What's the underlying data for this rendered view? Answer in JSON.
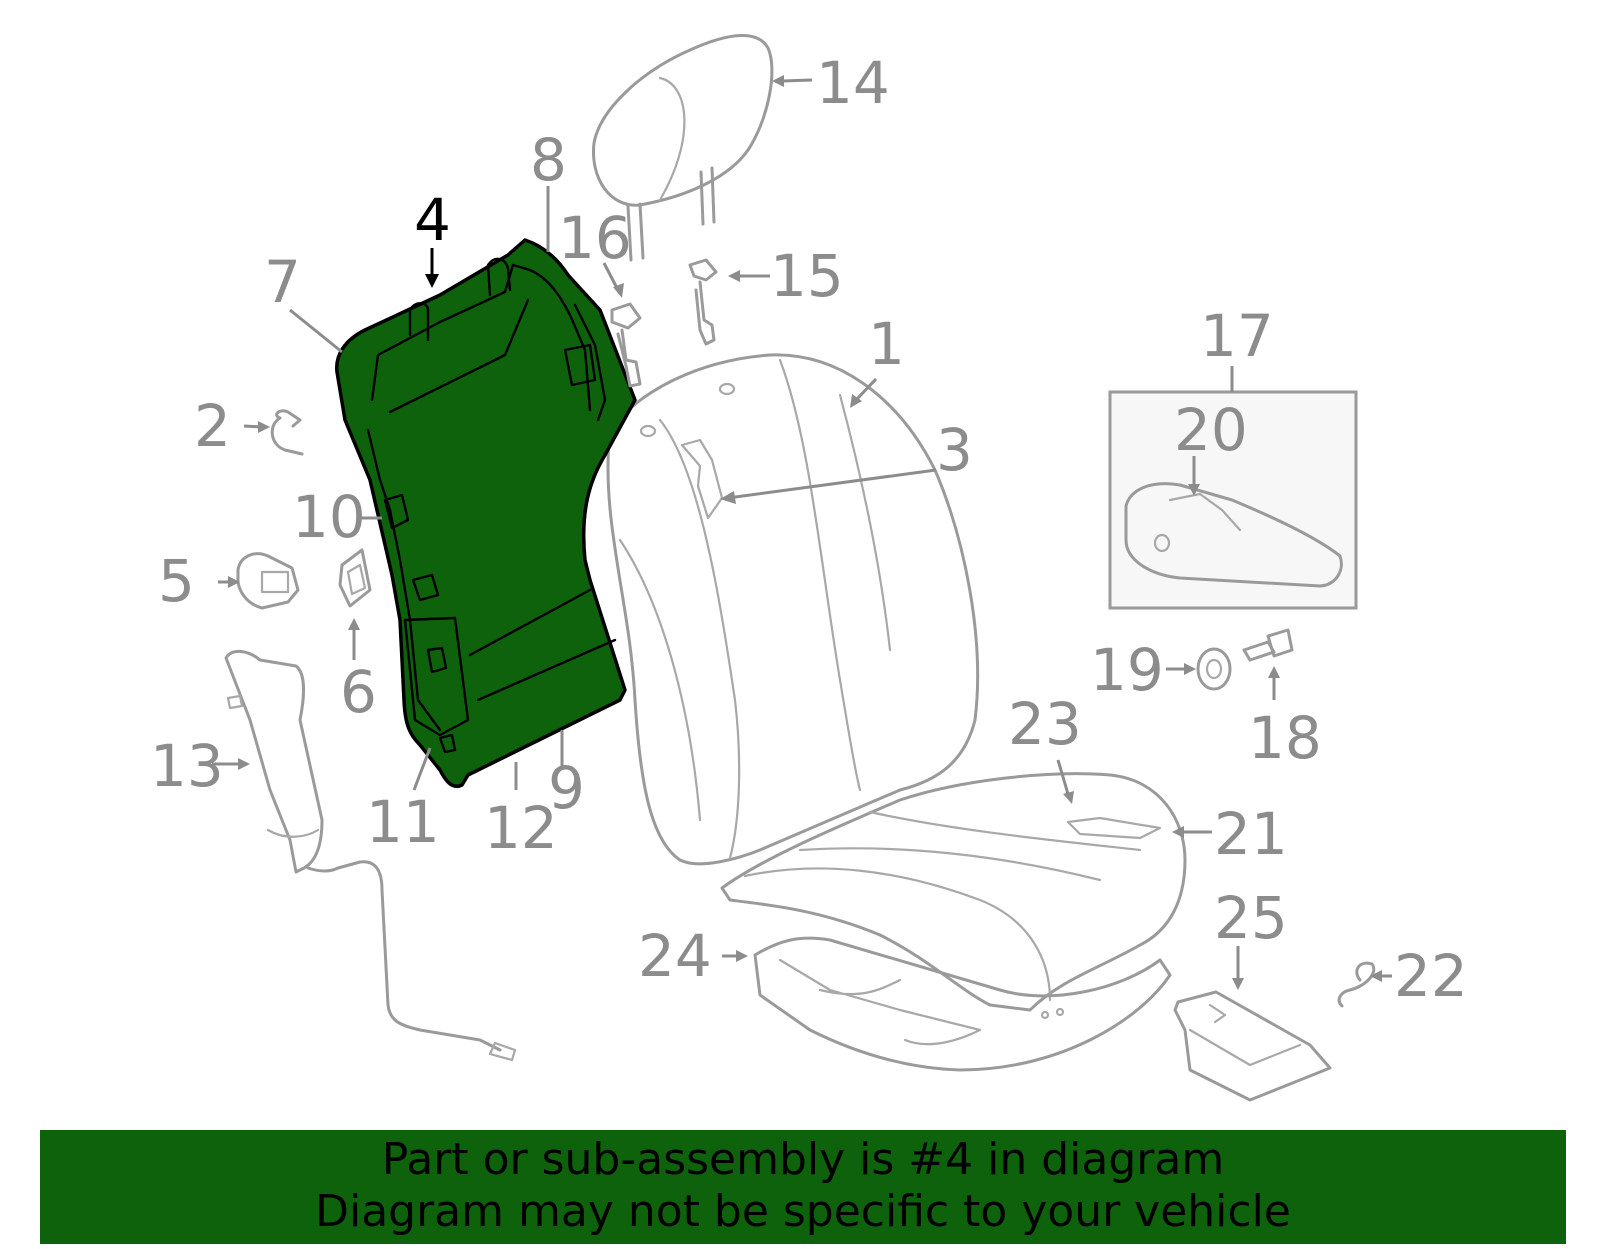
{
  "diagram": {
    "highlighted_part": "4",
    "callouts": [
      "1",
      "2",
      "3",
      "4",
      "5",
      "6",
      "7",
      "8",
      "9",
      "10",
      "11",
      "12",
      "13",
      "14",
      "15",
      "16",
      "17",
      "18",
      "19",
      "20",
      "21",
      "22",
      "23",
      "24",
      "25"
    ],
    "colors": {
      "highlight": "#0e620c",
      "line": "#9a9a9a",
      "highlight_label": "#000000"
    }
  },
  "banner": {
    "line1": "Part or sub-assembly is #4 in diagram",
    "line2": "Diagram may not be specific to your vehicle"
  }
}
